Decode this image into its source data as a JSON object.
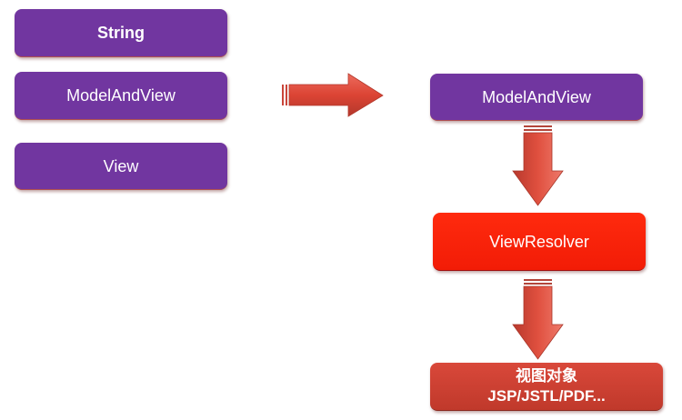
{
  "diagram": {
    "left_boxes": [
      {
        "label": "String"
      },
      {
        "label": "ModelAndView"
      },
      {
        "label": "View"
      }
    ],
    "right_flow": {
      "model_and_view": {
        "label": "ModelAndView"
      },
      "view_resolver": {
        "label": "ViewResolver"
      },
      "view_object": {
        "line1": "视图对象",
        "line2": "JSP/JSTL/PDF..."
      }
    },
    "arrows": [
      {
        "from": "left_boxes",
        "to": "model_and_view",
        "direction": "right"
      },
      {
        "from": "model_and_view",
        "to": "view_resolver",
        "direction": "down"
      },
      {
        "from": "view_resolver",
        "to": "view_object",
        "direction": "down"
      }
    ]
  },
  "colors": {
    "purple": "#7136a0",
    "red": "#ff2a0e",
    "dark_red": "#c9402f",
    "arrow_red": "#d9453a"
  }
}
